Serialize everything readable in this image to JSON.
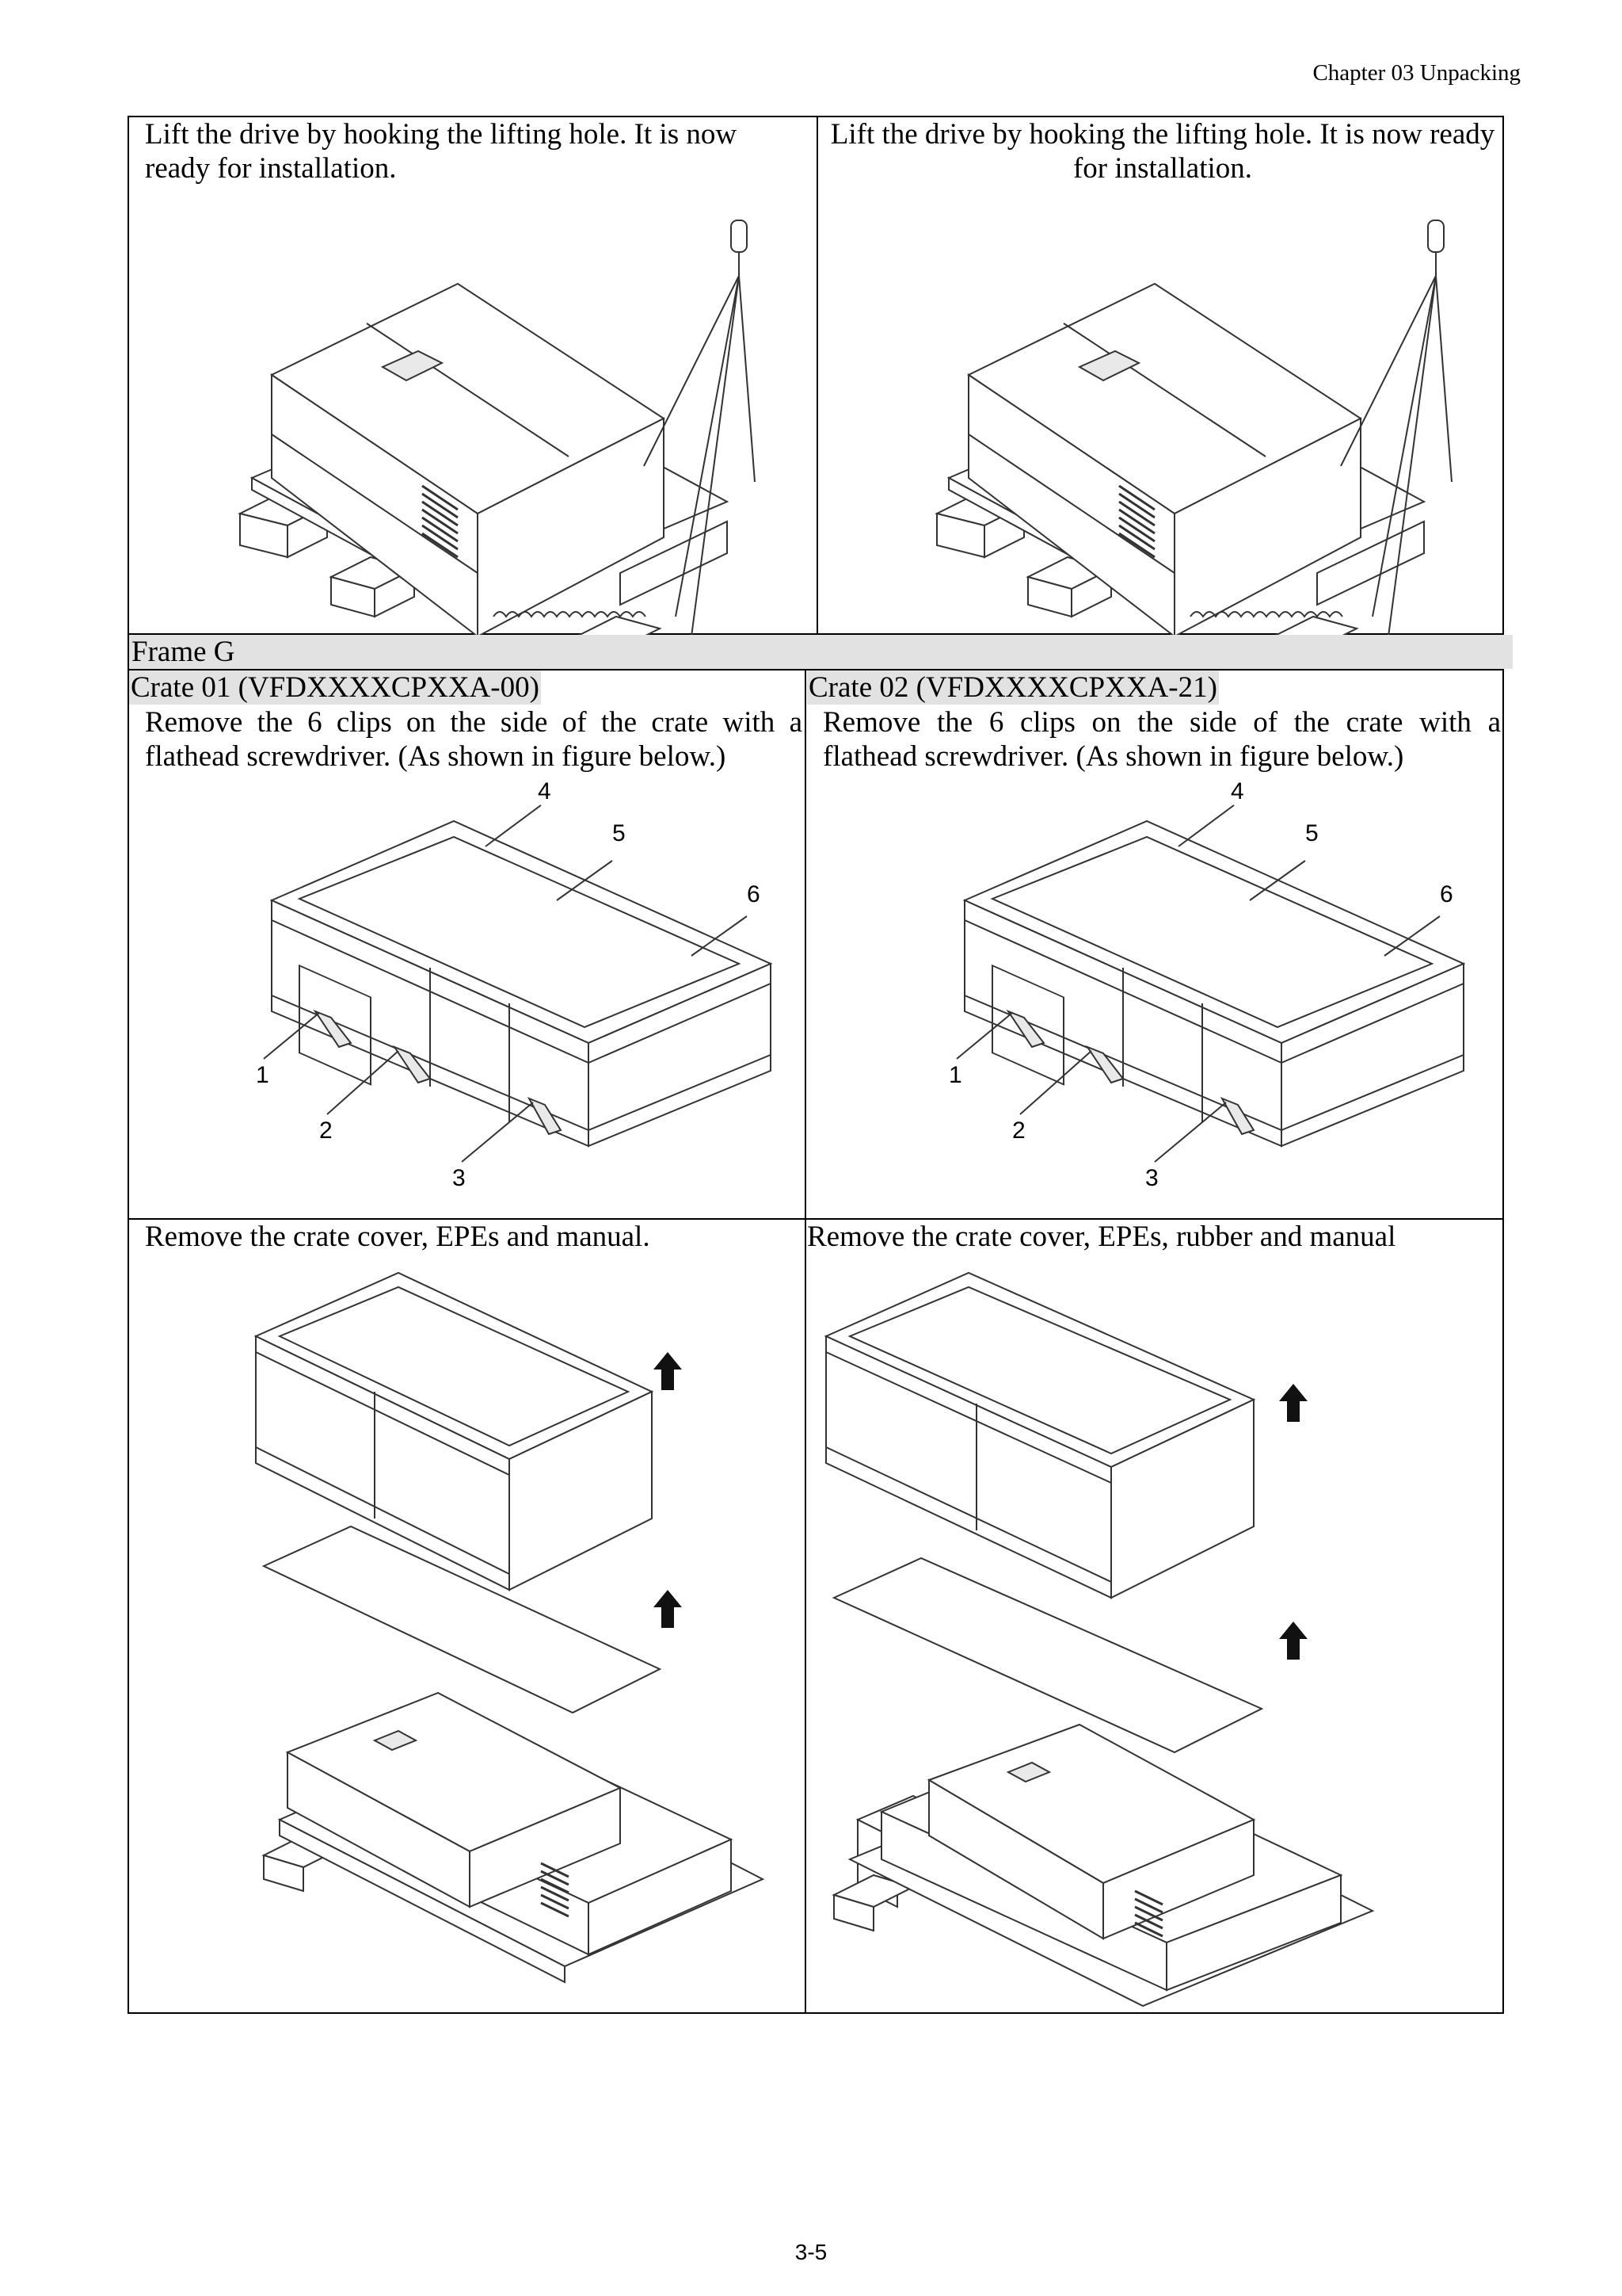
{
  "header": {
    "chapter": "Chapter  03  Unpacking"
  },
  "top_table": {
    "left_text": "Lift the drive by hooking the lifting hole. It is now ready for installation.",
    "right_text": "Lift the drive by hooking the lifting hole. It is now ready for installation."
  },
  "frame_label": "Frame G",
  "crates": [
    {
      "title": "Crate 01 (VFDXXXXCPXXA-00)",
      "step1": "Remove the 6 clips on the side of the crate with a flathead screwdriver. (As shown in figure below.)",
      "step2": "Remove the crate cover, EPEs and manual.",
      "callouts": [
        "1",
        "2",
        "3",
        "4",
        "5",
        "6"
      ]
    },
    {
      "title": "Crate 02 (VFDXXXXCPXXA-21)",
      "step1": "Remove the 6 clips on the side of the crate with a flathead screwdriver. (As shown in figure below.)",
      "step2": "Remove the crate cover, EPEs, rubber and manual",
      "callouts": [
        "1",
        "2",
        "3",
        "4",
        "5",
        "6"
      ]
    }
  ],
  "page_number": "3-5"
}
